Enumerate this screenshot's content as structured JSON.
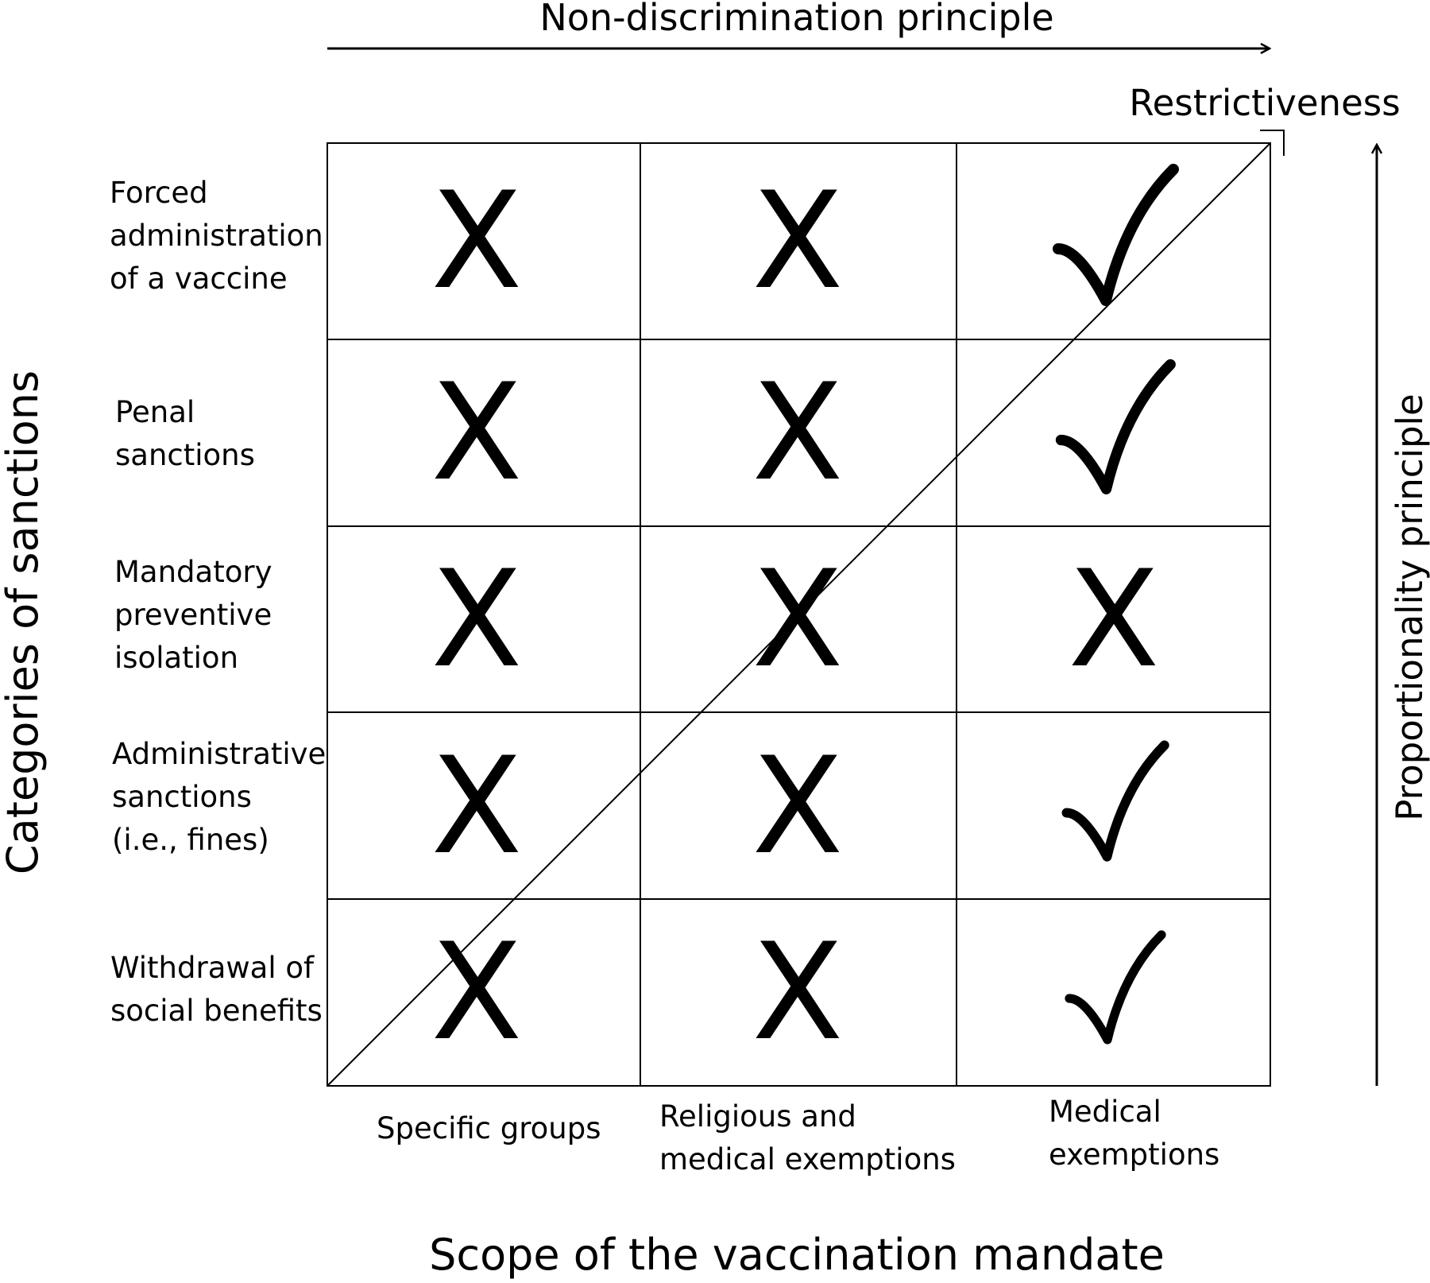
{
  "top_axis": {
    "label": "Non-discrimination principle"
  },
  "corner_label": "Restrictiveness",
  "left_axis": {
    "label": "Categories of sanctions"
  },
  "right_axis": {
    "label": "Proportionality principle"
  },
  "bottom_axis": {
    "label": "Scope of the vaccination mandate"
  },
  "rows": [
    {
      "lines": [
        "Forced",
        "administration",
        "of a vaccine"
      ]
    },
    {
      "lines": [
        "Penal",
        "sanctions"
      ]
    },
    {
      "lines": [
        "Mandatory",
        "preventive",
        "isolation"
      ]
    },
    {
      "lines": [
        "Administrative",
        "sanctions",
        "(i.e., fines)"
      ]
    },
    {
      "lines": [
        "Withdrawal of",
        "social benefits"
      ]
    }
  ],
  "columns": [
    {
      "lines": [
        "Specific groups"
      ]
    },
    {
      "lines": [
        "Religious and",
        "medical exemptions"
      ]
    },
    {
      "lines": [
        "Medical",
        "exemptions"
      ]
    }
  ],
  "cells": [
    [
      "X",
      "X",
      "✓"
    ],
    [
      "X",
      "X",
      "✓"
    ],
    [
      "X",
      "X",
      "X"
    ],
    [
      "X",
      "X",
      "✓"
    ],
    [
      "X",
      "X",
      "✓"
    ]
  ],
  "colors": {
    "line": "#000000",
    "background": "#ffffff"
  }
}
